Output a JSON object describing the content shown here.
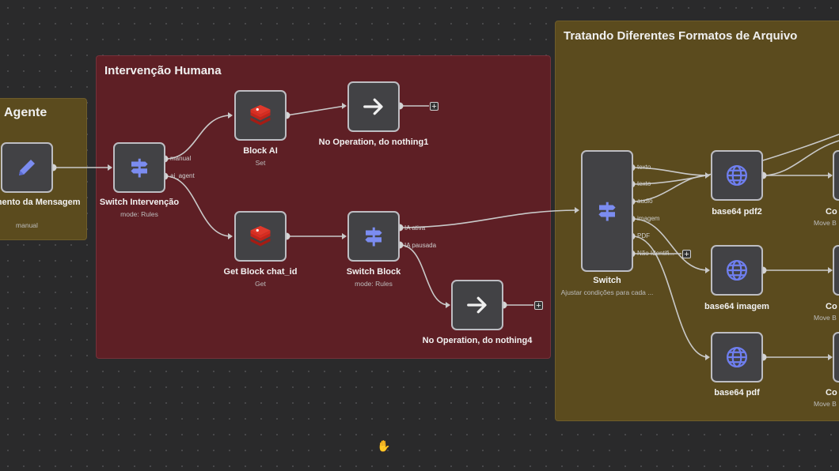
{
  "groups": {
    "agente": "Agente",
    "humana": "Intervenção Humana",
    "formatos": "Tratando Diferentes Formatos de Arquivo"
  },
  "nodes": {
    "tratamento": {
      "label": "Tratamento da Mensagem",
      "sub": "manual",
      "icon": "pencil-icon"
    },
    "switch_intervencao": {
      "label": "Switch Intervenção",
      "sub": "mode: Rules",
      "icon": "signpost-icon"
    },
    "block_ai": {
      "label": "Block AI",
      "sub": "Set",
      "icon": "redis-icon"
    },
    "noop1": {
      "label": "No Operation, do nothing1",
      "icon": "arrow-right-icon"
    },
    "get_block": {
      "label": "Get Block chat_id",
      "sub": "Get",
      "icon": "redis-icon"
    },
    "switch_block": {
      "label": "Switch Block",
      "sub": "mode: Rules",
      "icon": "signpost-icon"
    },
    "noop4": {
      "label": "No Operation, do nothing4",
      "icon": "arrow-right-icon"
    },
    "switch": {
      "label": "Switch",
      "sub": "Ajustar condições para cada ...",
      "icon": "signpost-icon"
    },
    "b64_pdf2": {
      "label": "base64 pdf2",
      "icon": "globe-icon"
    },
    "b64_imagem": {
      "label": "base64 imagem",
      "icon": "globe-icon"
    },
    "b64_pdf": {
      "label": "base64 pdf",
      "icon": "globe-icon"
    },
    "co1": {
      "label": "Co",
      "sub": "Move B"
    },
    "co2": {
      "label": "Co",
      "sub": "Move B"
    },
    "co3": {
      "label": "Co",
      "sub": "Move B"
    }
  },
  "ports": {
    "manual": "manual",
    "ai_agent": "ai_agent",
    "ia_ativa": "IA ativa",
    "ia_pausada": "IA pausada",
    "sw_texto1": "texto",
    "sw_texto2": "texto",
    "sw_audio": "audio",
    "sw_imagem": "imagem",
    "sw_pdf": "PDF",
    "sw_nao": "Não Identifi..."
  },
  "plus": "+",
  "colors": {
    "canvas": "#2a2a2b",
    "group_yellow": "#5b4b1e",
    "group_red": "#5e1f25",
    "node_bg": "#424245",
    "node_border": "#bdbdc2",
    "switch_blue": "#7b8cf0",
    "redis_red": "#d82c20",
    "globe_blue": "#6f7ff0"
  }
}
